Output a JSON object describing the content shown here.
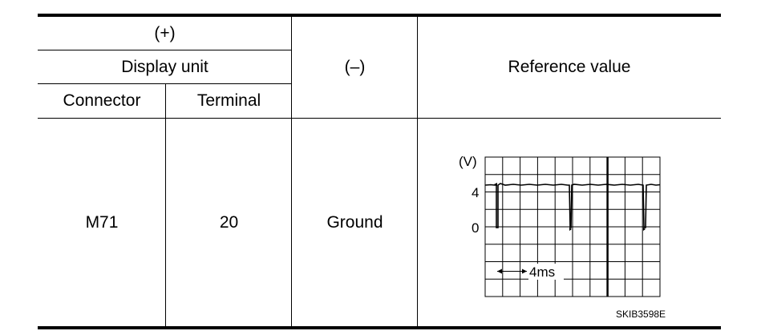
{
  "table": {
    "header": {
      "plus": "(+)",
      "display_unit": "Display unit",
      "connector": "Connector",
      "terminal": "Terminal",
      "minus": "(–)",
      "reference_value": "Reference value"
    },
    "row": {
      "connector": "M71",
      "terminal": "20",
      "minus": "Ground"
    }
  },
  "scope": {
    "unit_label": "(V)",
    "level_high": "4",
    "level_low": "0",
    "time_div": "4ms",
    "code": "SKIB3598E"
  }
}
